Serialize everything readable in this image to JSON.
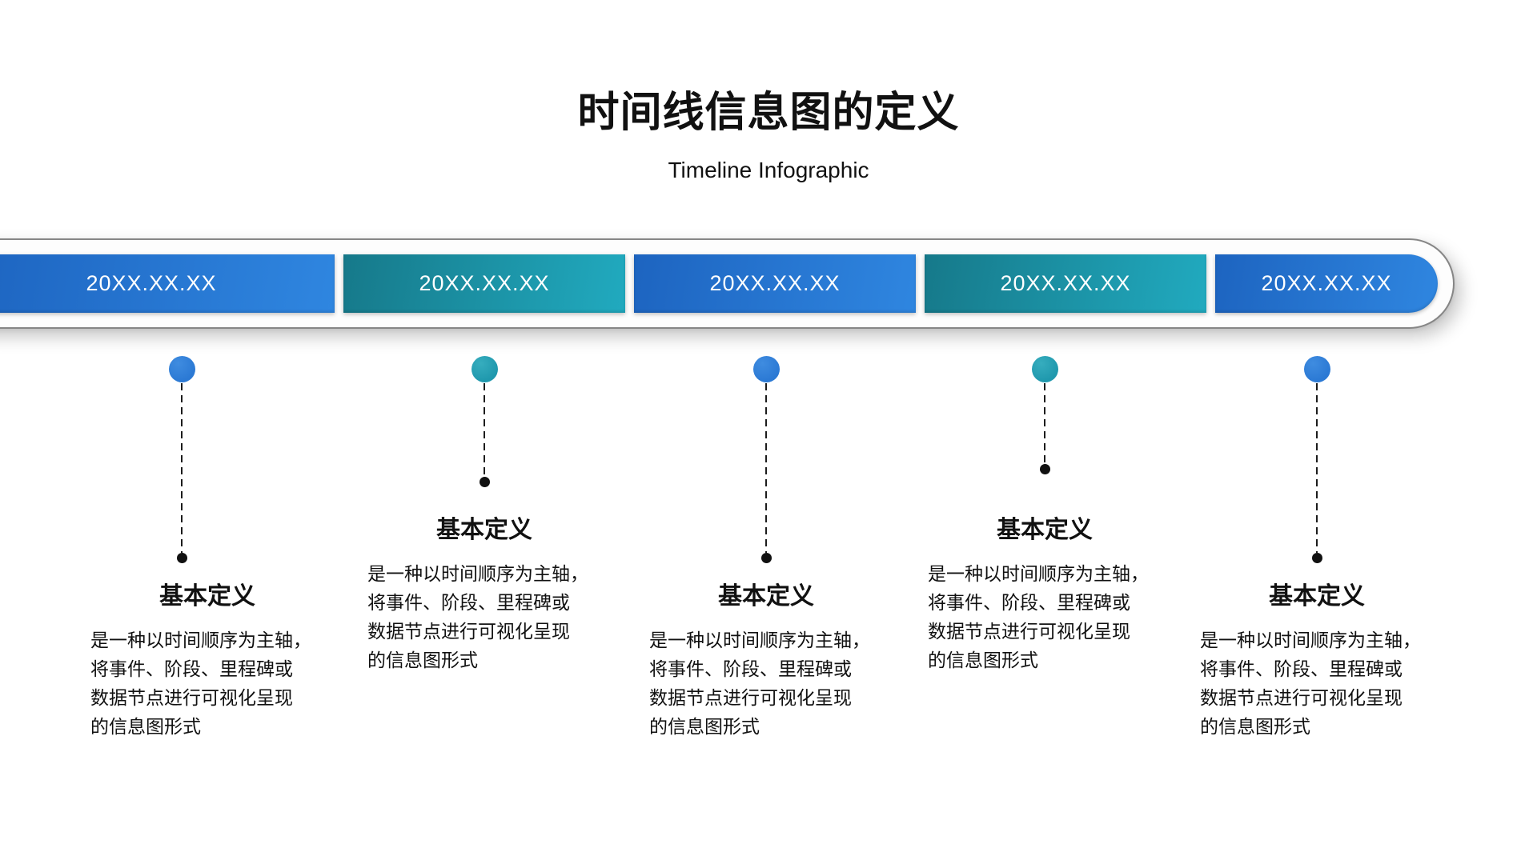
{
  "title": "时间线信息图的定义",
  "subtitle": "Timeline Infographic",
  "chart_data": {
    "type": "table",
    "title": "时间线信息图的定义",
    "subtitle": "Timeline Infographic",
    "categories": [
      "20XX.XX.XX",
      "20XX.XX.XX",
      "20XX.XX.XX",
      "20XX.XX.XX",
      "20XX.XX.XX"
    ],
    "series": [
      {
        "name": "基本定义",
        "values": [
          "是一种以时间顺序为主轴，将事件、阶段、里程碑或数据节点进行可视化呈现的信息图形式",
          "是一种以时间顺序为主轴，将事件、阶段、里程碑或数据节点进行可视化呈现的信息图形式",
          "是一种以时间顺序为主轴，将事件、阶段、里程碑或数据节点进行可视化呈现的信息图形式",
          "是一种以时间顺序为主轴，将事件、阶段、里程碑或数据节点进行可视化呈现的信息图形式",
          "是一种以时间顺序为主轴，将事件、阶段、里程碑或数据节点进行可视化呈现的信息图形式"
        ]
      }
    ],
    "layout": "horizontal pill timeline bar with 5 alternating blue/teal date segments; dashed connectors drop to definition blocks"
  },
  "timeline": {
    "dates": [
      "20XX.XX.XX",
      "20XX.XX.XX",
      "20XX.XX.XX",
      "20XX.XX.XX",
      "20XX.XX.XX"
    ]
  },
  "columns": [
    {
      "heading": "基本定义",
      "body": "是一种以时间顺序为主轴，\n将事件、阶段、里程碑或\n数据节点进行可视化呈现\n的信息图形式"
    },
    {
      "heading": "基本定义",
      "body": "是一种以时间顺序为主轴，\n将事件、阶段、里程碑或\n数据节点进行可视化呈现\n的信息图形式"
    },
    {
      "heading": "基本定义",
      "body": "是一种以时间顺序为主轴，\n将事件、阶段、里程碑或\n数据节点进行可视化呈现\n的信息图形式"
    },
    {
      "heading": "基本定义",
      "body": "是一种以时间顺序为主轴，\n将事件、阶段、里程碑或\n数据节点进行可视化呈现\n的信息图形式"
    },
    {
      "heading": "基本定义",
      "body": "是一种以时间顺序为主轴，\n将事件、阶段、里程碑或\n数据节点进行可视化呈现\n的信息图形式"
    }
  ],
  "colors": {
    "blue_seg_start": "#1d64c0",
    "blue_seg_end": "#2f86e0",
    "teal_seg_start": "#16798a",
    "teal_seg_end": "#21aabf",
    "dot_blue": "#2b79d4",
    "dot_blue_light": "#3f8ce0",
    "dot_teal": "#1f98ad",
    "dot_teal_light": "#36adbe",
    "border_gray": "#868686",
    "ink": "#111111"
  }
}
